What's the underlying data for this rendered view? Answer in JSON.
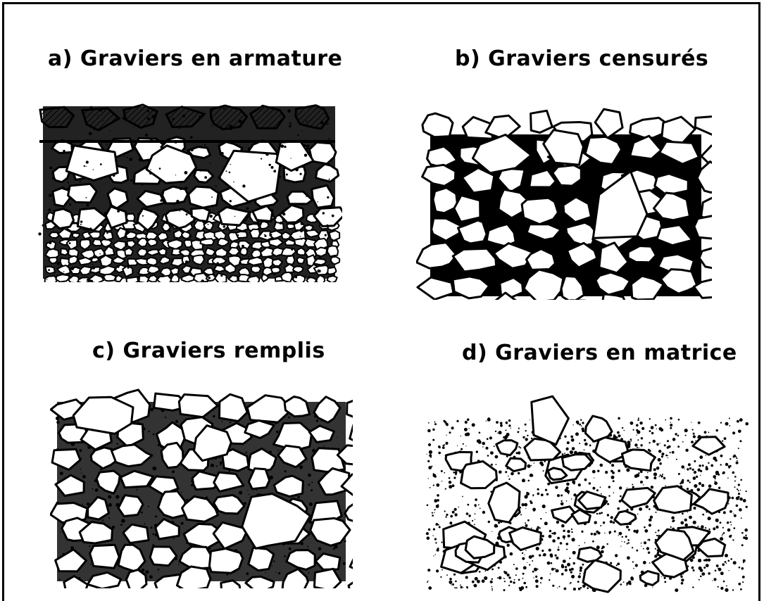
{
  "panels": [
    {
      "title": "a) Graviers en armature",
      "style": "armature"
    },
    {
      "title": "b) Graviers censurés",
      "style": "censures"
    },
    {
      "title": "c) Graviers remplis",
      "style": "remplis"
    },
    {
      "title": "d) Graviers en matrice",
      "style": "matrice"
    }
  ],
  "colors": {
    "ink": "#000000",
    "paper": "#ffffff"
  }
}
